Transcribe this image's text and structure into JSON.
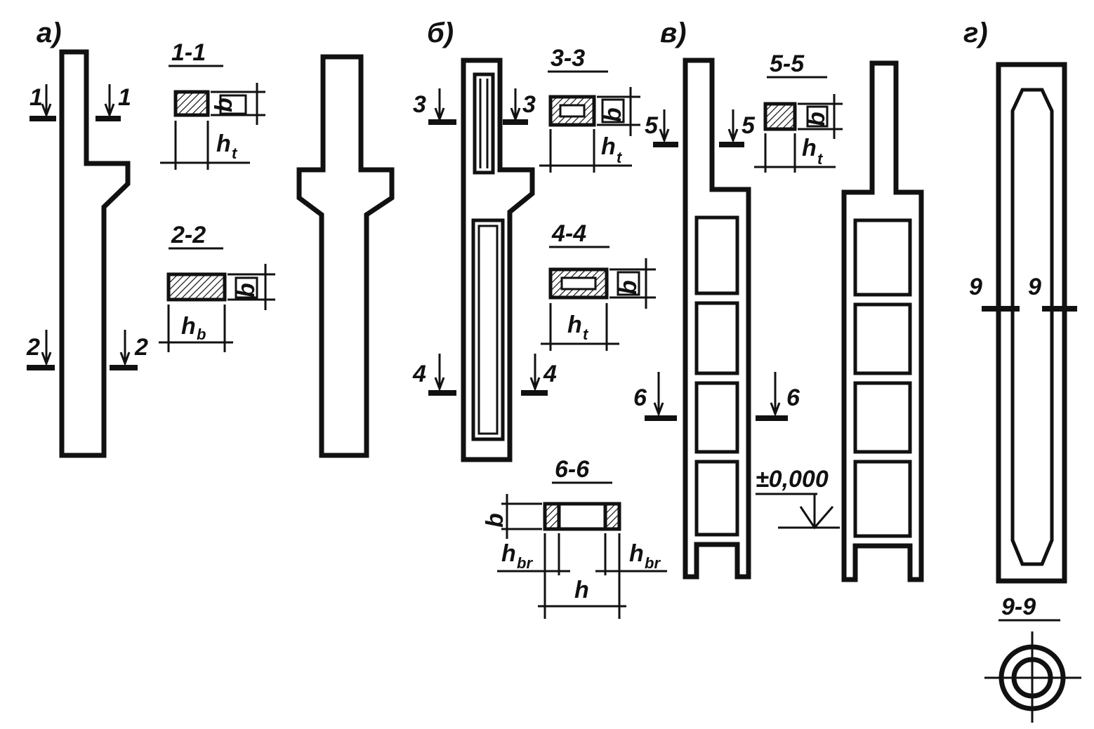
{
  "panels": {
    "a": "а)",
    "b": "б)",
    "v": "в)",
    "g": "г)"
  },
  "sections": {
    "s11": "1-1",
    "s22": "2-2",
    "s33": "3-3",
    "s44": "4-4",
    "s55": "5-5",
    "s66": "6-6",
    "s99": "9-9"
  },
  "cut_marks": {
    "c1": "1",
    "c2": "2",
    "c3": "3",
    "c4": "4",
    "c5": "5",
    "c6": "6",
    "c9": "9"
  },
  "dims": {
    "b": "b",
    "h": "h",
    "t": "t",
    "bsub": "b",
    "br": "br"
  },
  "elevation": "±0,000"
}
